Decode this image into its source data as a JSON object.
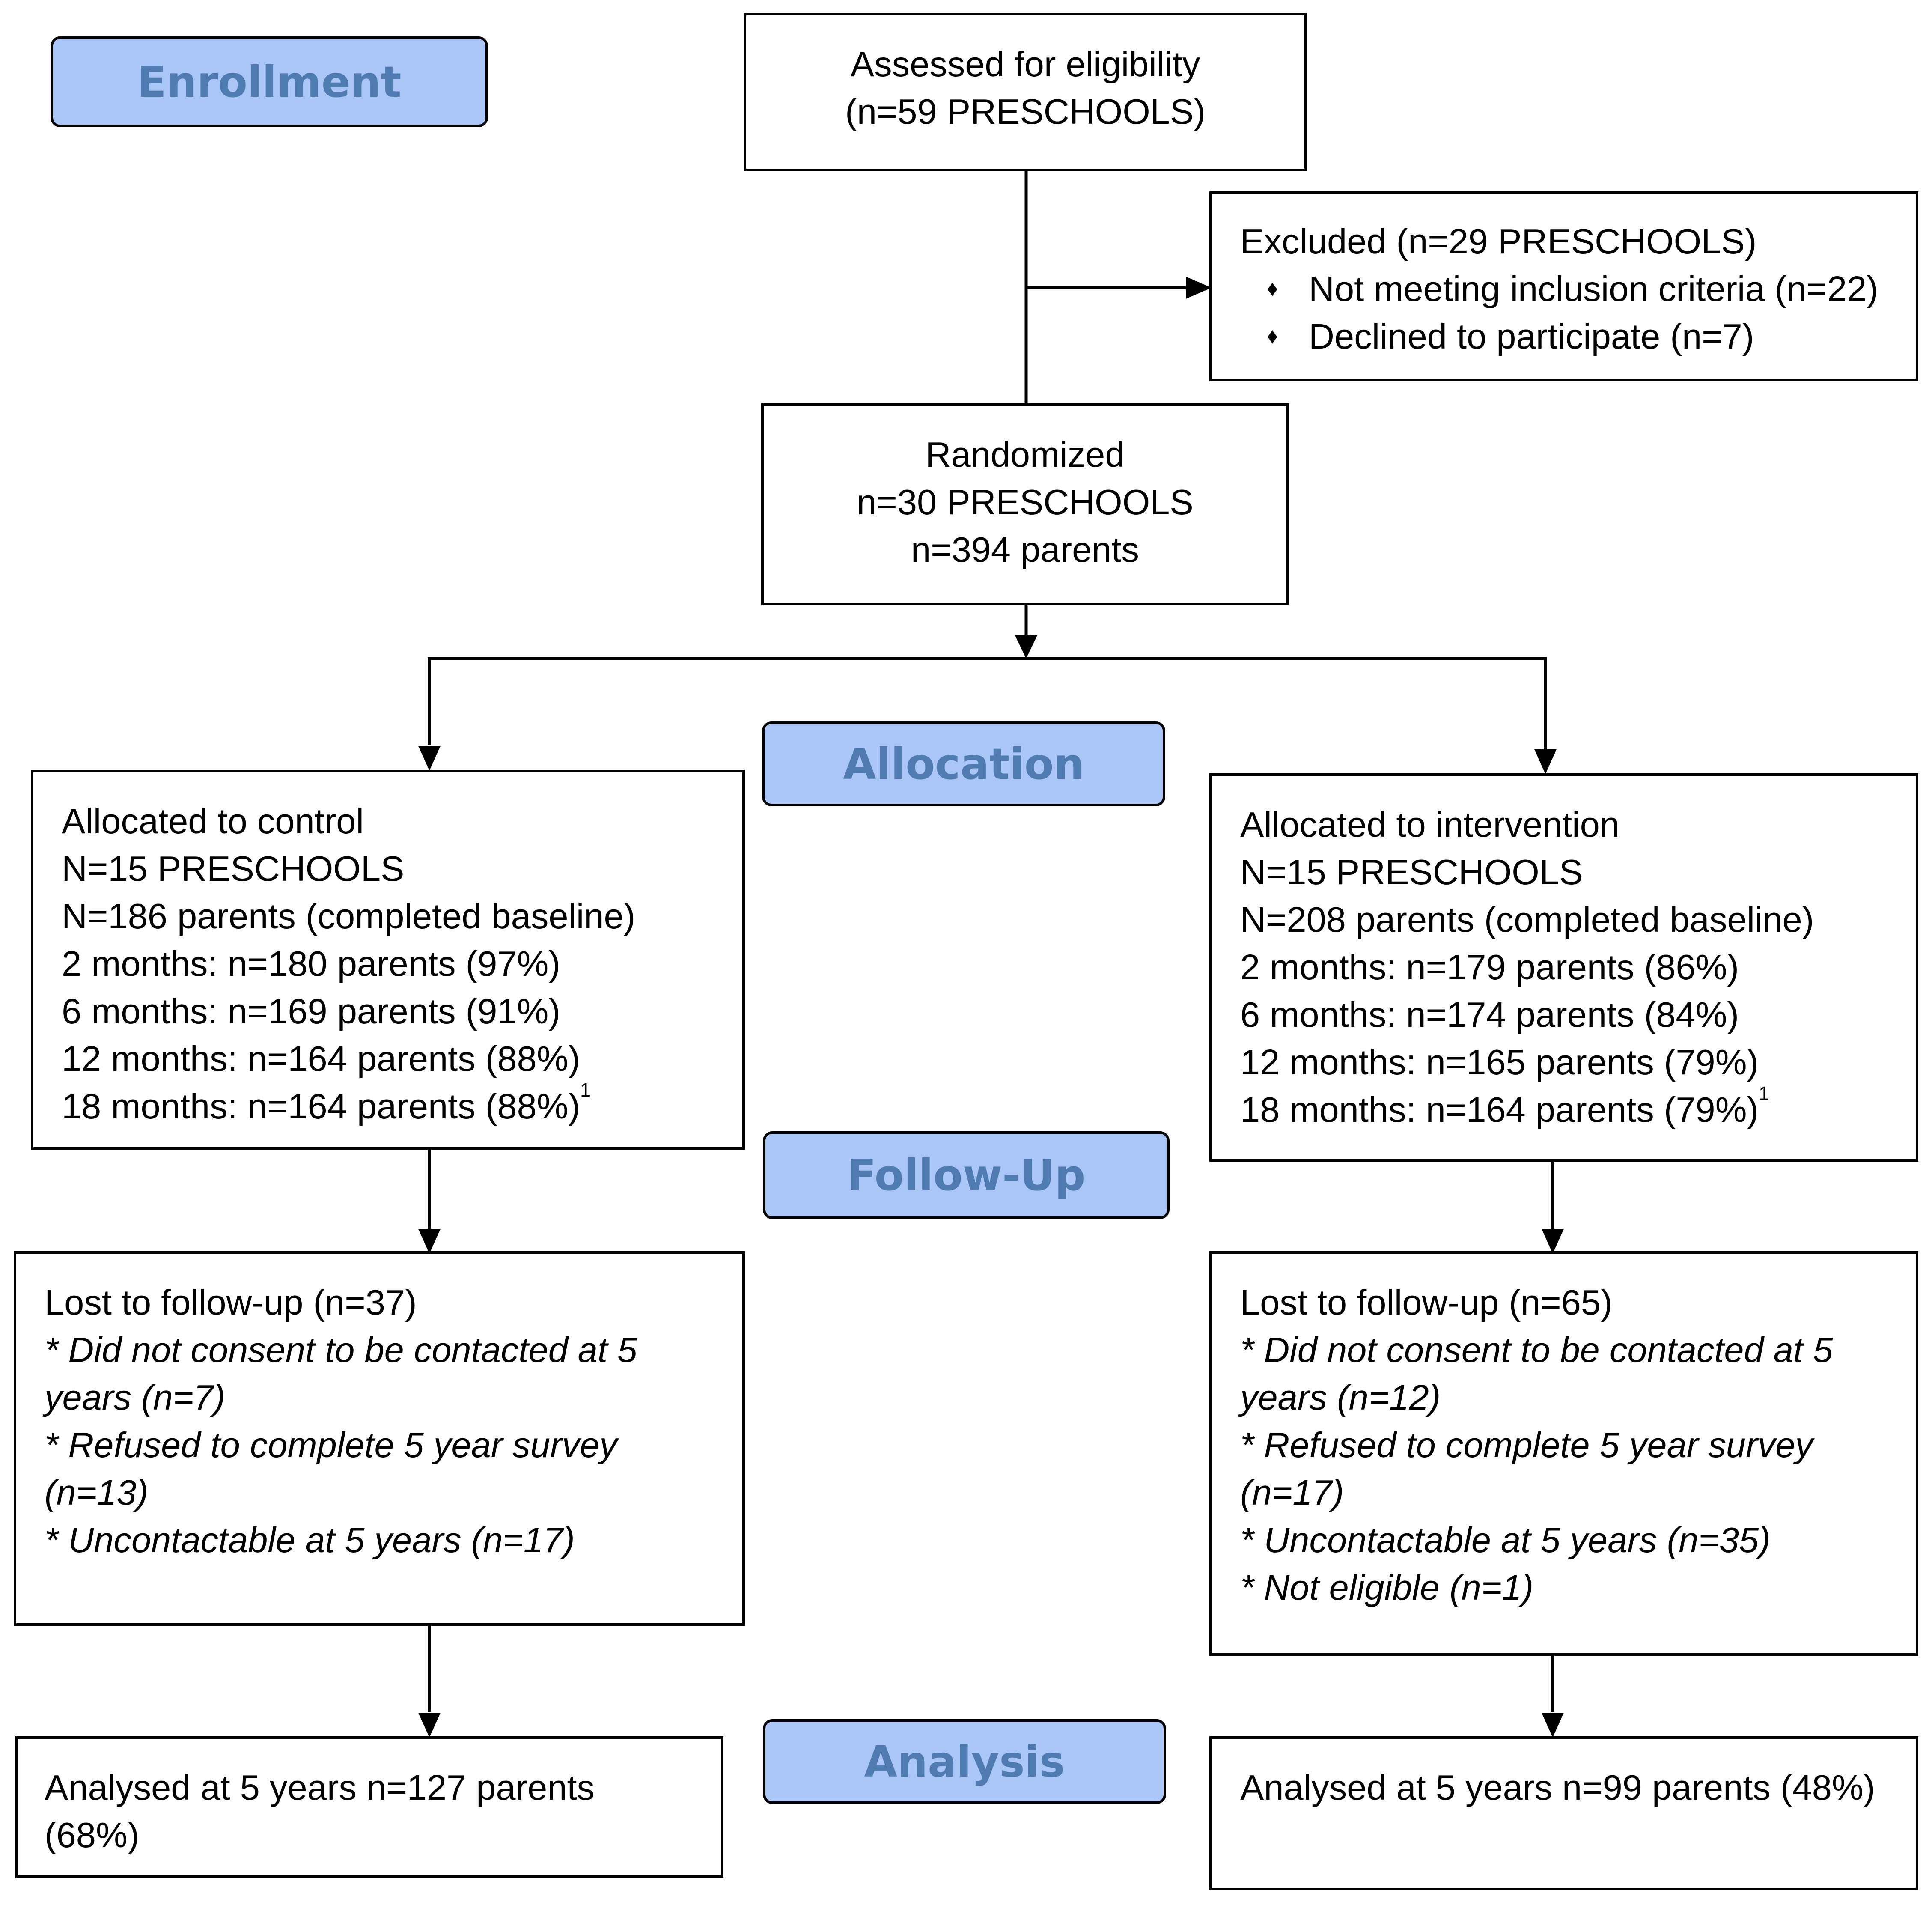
{
  "stages": {
    "enrollment": "Enrollment",
    "allocation": "Allocation",
    "followup": "Follow-Up",
    "analysis": "Analysis"
  },
  "assessed": {
    "line1": "Assessed for eligibility",
    "line2": "(n=59 PRESCHOOLS)"
  },
  "excluded": {
    "title": "Excluded (n=29 PRESCHOOLS)",
    "bullet_glyph": "♦",
    "items": [
      "Not meeting inclusion criteria (n=22)",
      "Declined to participate (n=7)"
    ]
  },
  "randomized": {
    "line1": "Randomized",
    "line2": "n=30 PRESCHOOLS",
    "line3": "n=394 parents"
  },
  "control": {
    "lines": [
      "Allocated to control",
      "N=15 PRESCHOOLS",
      "N=186 parents (completed baseline)",
      "2 months: n=180 parents (97%)",
      "6 months: n=169 parents (91%)",
      "12 months: n=164 parents (88%)",
      "18 months: n=164 parents (88%)"
    ],
    "footnote": "1",
    "lost_title": "Lost to follow-up (n=37)",
    "lost_items": [
      "* Did not consent to be contacted at 5",
      "years (n=7)",
      "* Refused to complete 5 year survey",
      "(n=13)",
      "* Uncontactable at 5 years (n=17)"
    ],
    "analysed": [
      "Analysed at 5 years n=127 parents",
      "(68%)"
    ]
  },
  "intervention": {
    "lines": [
      "Allocated to intervention",
      "N=15 PRESCHOOLS",
      "N=208 parents (completed baseline)",
      "2 months: n=179 parents (86%)",
      "6 months: n=174 parents (84%)",
      "12 months: n=165 parents (79%)",
      "18 months: n=164 parents (79%)"
    ],
    "footnote": "1",
    "lost_title": "Lost to follow-up (n=65)",
    "lost_items": [
      "* Did not consent to be contacted at 5",
      "years (n=12)",
      "* Refused to complete 5 year survey",
      "(n=17)",
      "* Uncontactable at 5 years (n=35)",
      "* Not eligible (n=1)"
    ],
    "analysed": [
      "Analysed at 5 years n=99 parents (48%)"
    ]
  }
}
